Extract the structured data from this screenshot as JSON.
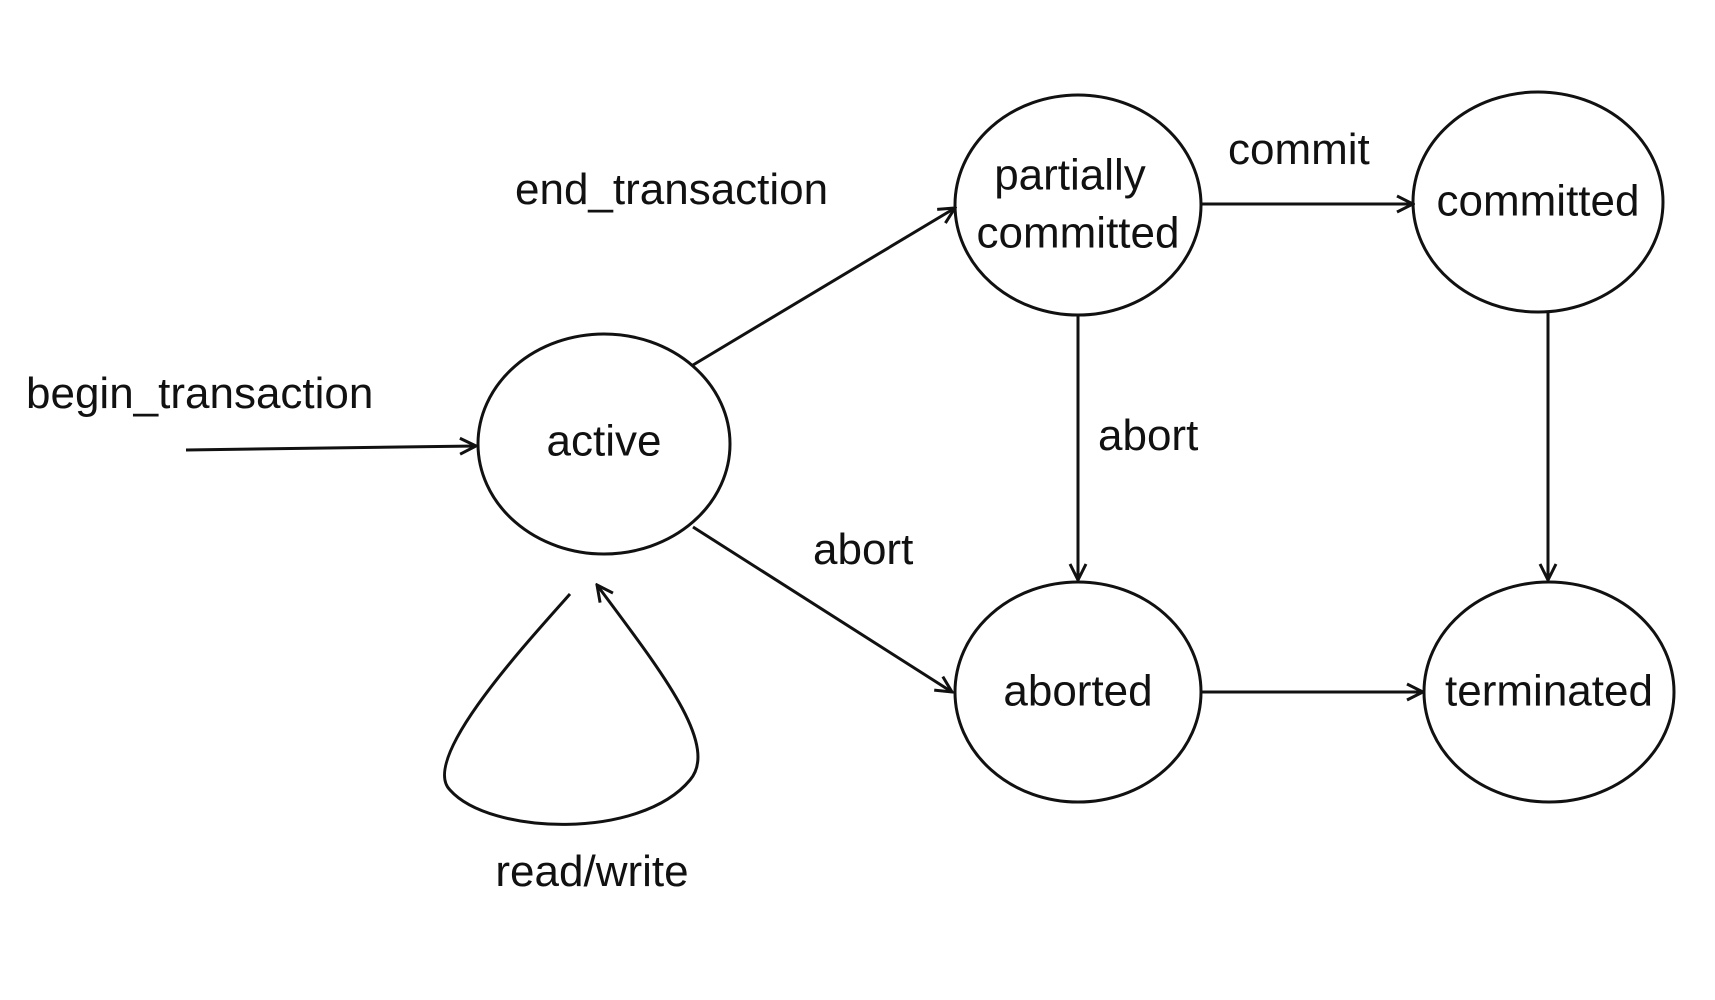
{
  "states": {
    "active": {
      "label": "active"
    },
    "partially_committed": {
      "label_line1": "partially",
      "label_line2": "committed"
    },
    "committed": {
      "label": "committed"
    },
    "aborted": {
      "label": "aborted"
    },
    "terminated": {
      "label": "terminated"
    }
  },
  "transitions": {
    "begin": "begin_transaction",
    "end": "end_transaction",
    "commit": "commit",
    "abort_from_partial": "abort",
    "abort_from_active": "abort",
    "read_write": "read/write"
  },
  "colors": {
    "ink": "#111111",
    "background": "#ffffff"
  }
}
